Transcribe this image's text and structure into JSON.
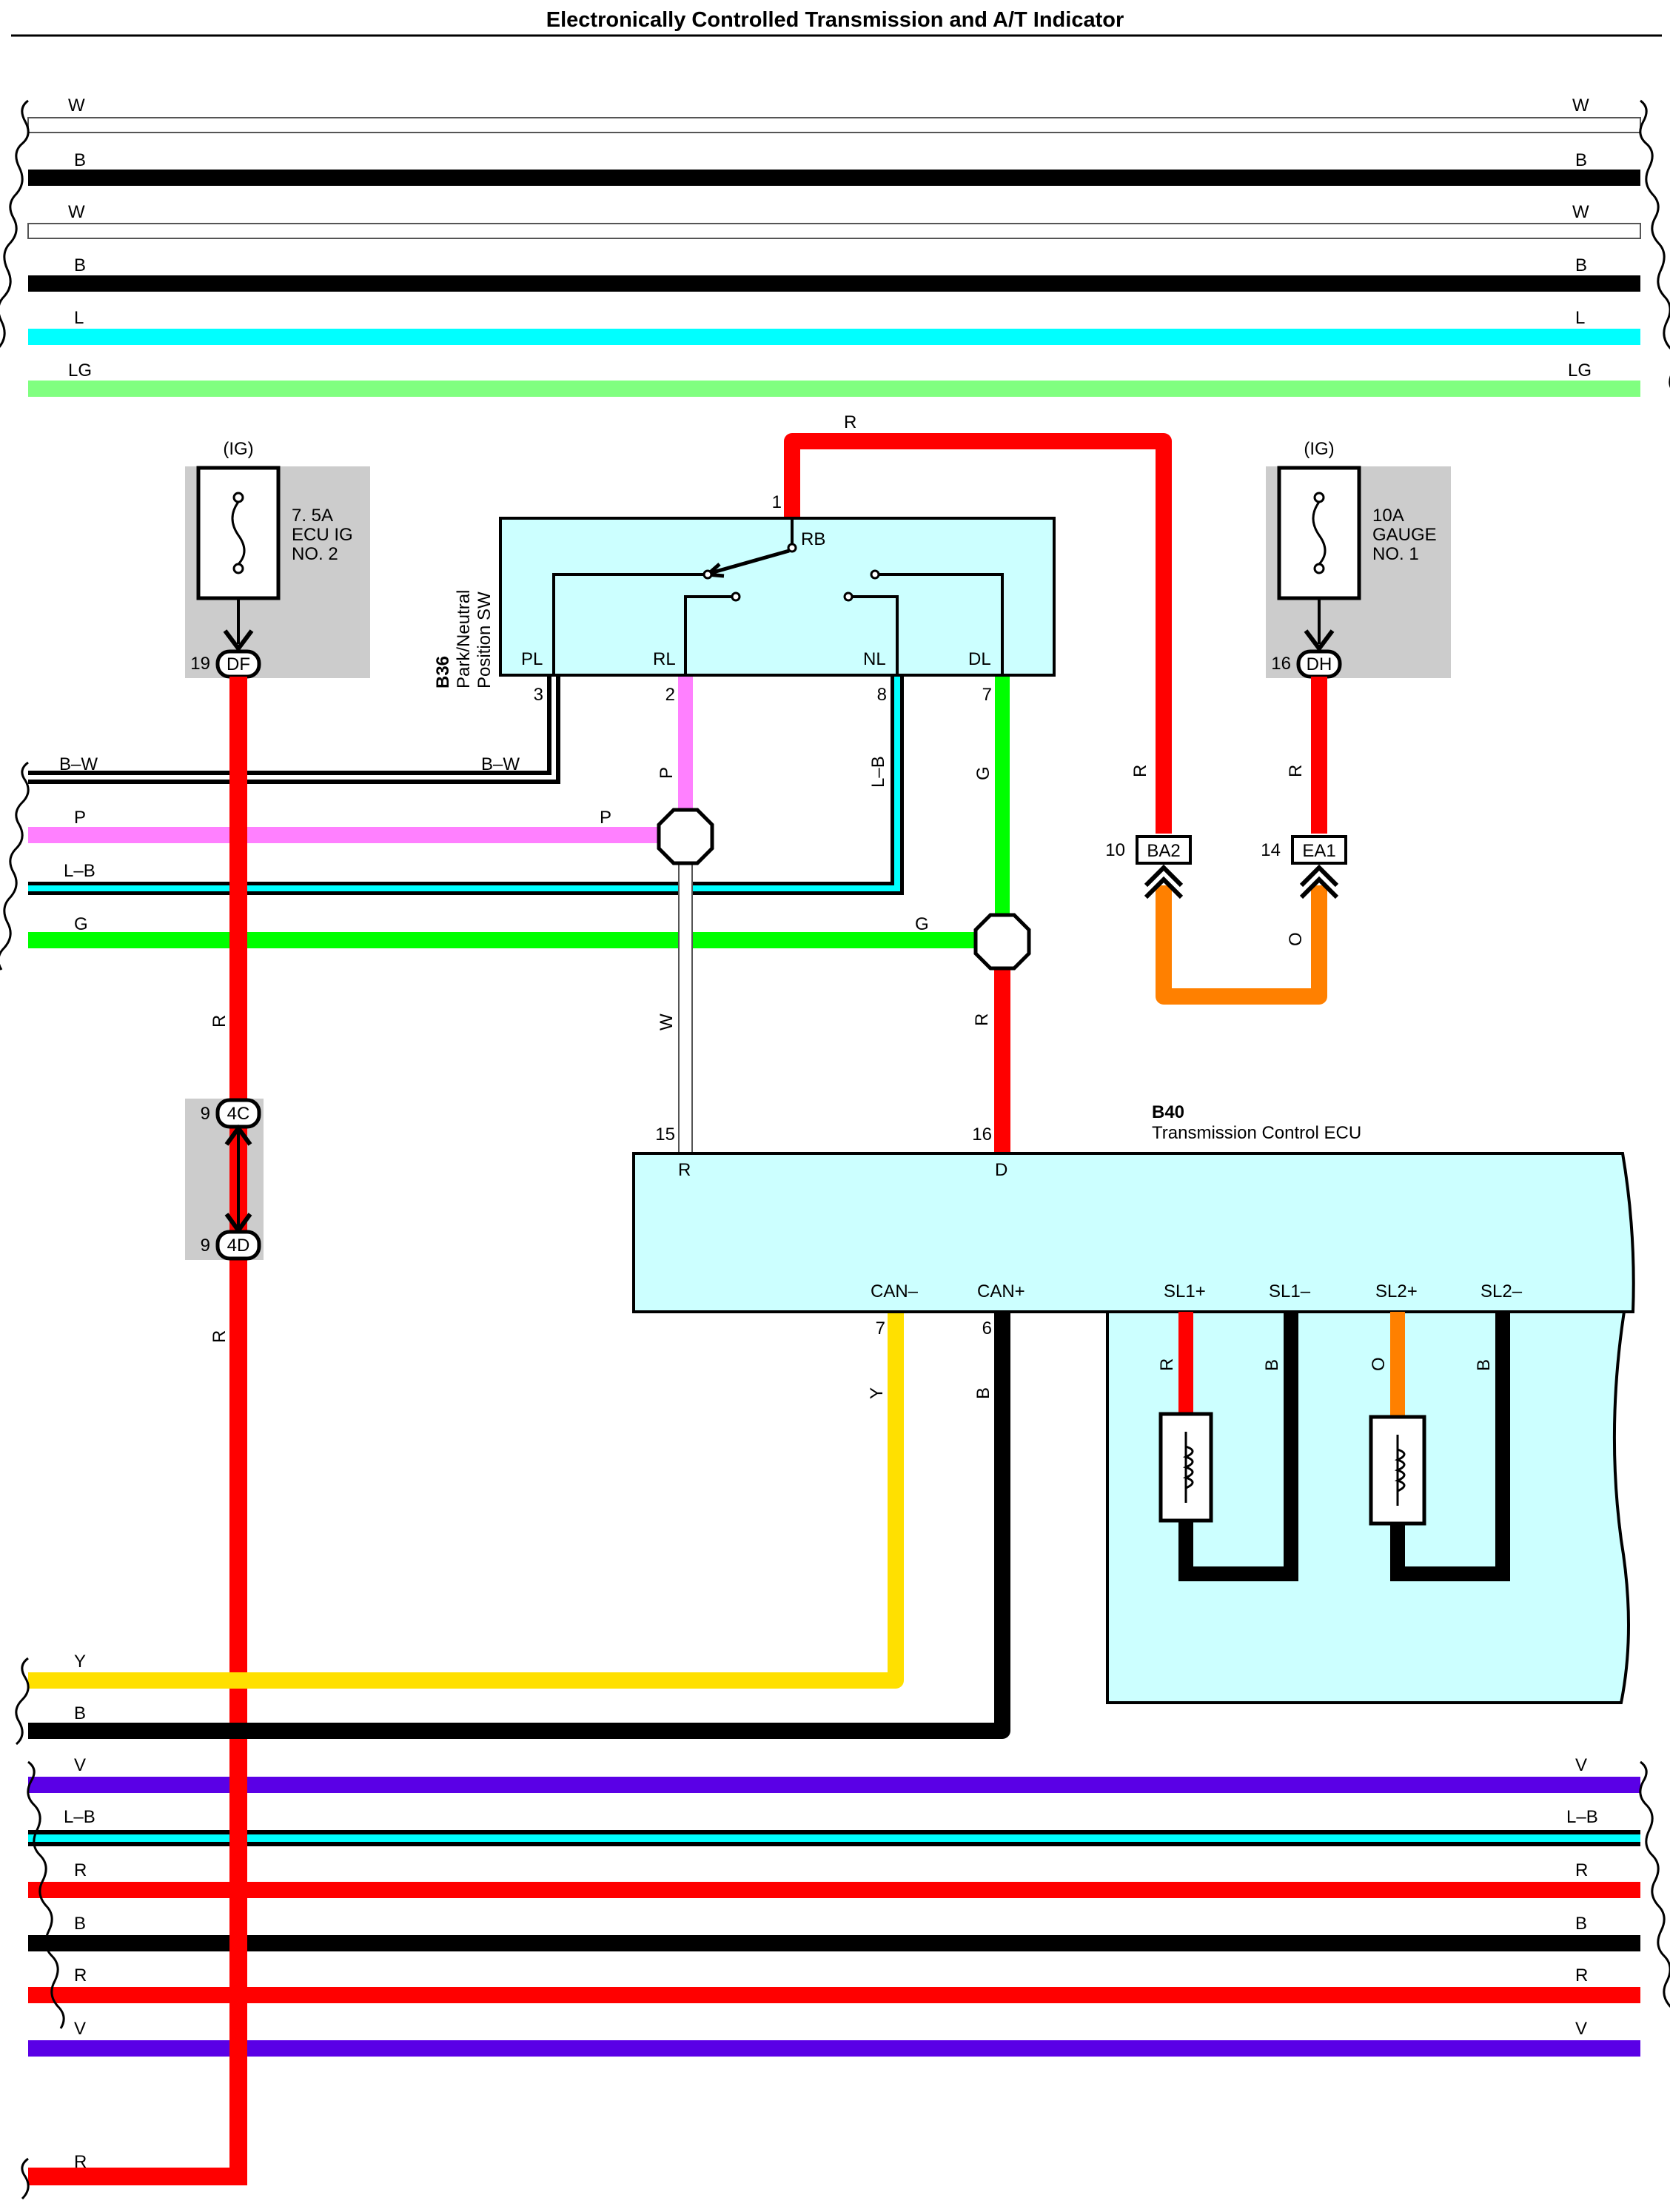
{
  "title": "Electronically Controlled Transmission and A/T Indicator",
  "colors": {
    "W": "#ffffff",
    "B": "#000000",
    "L": "#00ffff",
    "LG": "#80ff80",
    "P": "#ff80ff",
    "LB": "#00ffff",
    "G": "#00ff00",
    "R": "#ff0000",
    "Y": "#ffe000",
    "V": "#5a00e6",
    "O": "#ff8000",
    "BW": "#ffffff",
    "component_fill": "#ccffff",
    "shade": "#cccccc"
  },
  "buses_top": [
    {
      "code": "W"
    },
    {
      "code": "B"
    },
    {
      "code": "W"
    },
    {
      "code": "B"
    },
    {
      "code": "L"
    },
    {
      "code": "LG"
    }
  ],
  "buses_bottom": [
    {
      "code": "V"
    },
    {
      "code": "L–B"
    },
    {
      "code": "R"
    },
    {
      "code": "B"
    },
    {
      "code": "R"
    },
    {
      "code": "V"
    }
  ],
  "fuse1": {
    "ig": "(IG)",
    "l1": "7. 5A",
    "l2": "ECU IG",
    "l3": "NO. 2",
    "pin": "19",
    "conn": "DF"
  },
  "fuse2": {
    "ig": "(IG)",
    "l1": "10A",
    "l2": "GAUGE",
    "l3": "NO. 1",
    "pin": "16",
    "conn": "DH"
  },
  "switch": {
    "id": "B36",
    "name1": "Park/Neutral",
    "name2": "Position SW",
    "rb": "RB",
    "pl": "PL",
    "rl": "RL",
    "nl": "NL",
    "dl": "DL",
    "pin1": "1",
    "pin3": "3",
    "pin2": "2",
    "pin8": "8",
    "pin7": "7"
  },
  "ecu": {
    "id": "B40",
    "name": "Transmission Control ECU",
    "r": "R",
    "d": "D",
    "pin15": "15",
    "pin16": "16",
    "canm": "CAN–",
    "canp": "CAN+",
    "pin7": "7",
    "pin6": "6",
    "sl1p": "SL1+",
    "sl1m": "SL1–",
    "sl2p": "SL2+",
    "sl2m": "SL2–"
  },
  "junctions": {
    "c4c": {
      "pin": "9",
      "conn": "4C"
    },
    "c4d": {
      "pin": "9",
      "conn": "4D"
    },
    "ba2": {
      "pin": "10",
      "conn": "BA2"
    },
    "ea1": {
      "pin": "14",
      "conn": "EA1"
    }
  },
  "wires": {
    "bw_left": "B–W",
    "bw_right": "B–W",
    "p_left": "P",
    "p_right": "P",
    "p_vert": "P",
    "lb_left": "L–B",
    "lb_vert": "L–B",
    "g_left": "G",
    "g_right": "G",
    "g_vert": "G",
    "r_top": "R",
    "r_ba2": "R",
    "r_ea1": "R",
    "o_ea1": "O",
    "r_main1": "R",
    "r_main2": "R",
    "w_vert": "W",
    "r_dl": "R",
    "y_vert": "Y",
    "b_vert": "B",
    "y_left": "Y",
    "b_left": "B",
    "sl1p_wire": "R",
    "sl1m_wire": "B",
    "sl2p_wire": "O",
    "sl2m_wire": "B",
    "r_bottom": "R"
  }
}
